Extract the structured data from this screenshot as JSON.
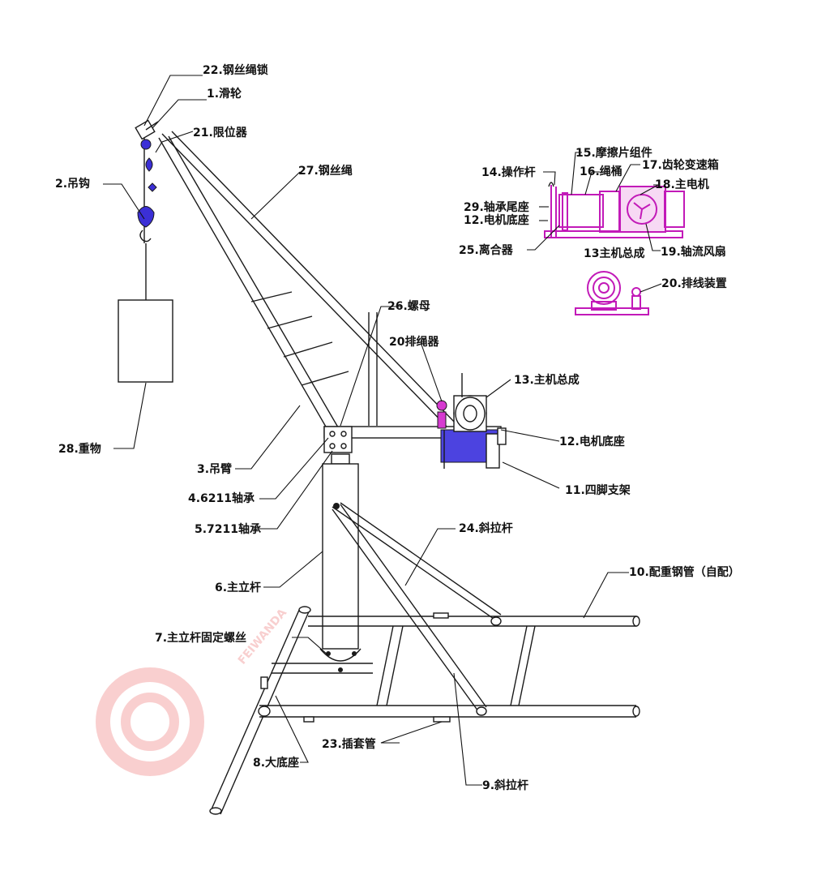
{
  "labels": {
    "l22": "22.钢丝绳锁",
    "l1": "1.滑轮",
    "l21": "21.限位器",
    "l27": "27.钢丝绳",
    "l2": "2.吊钩",
    "l28": "28.重物",
    "l26": "26.螺母",
    "l20a": "20排绳器",
    "l13a": "13.主机总成",
    "l12a": "12.电机底座",
    "l11": "11.四脚支架",
    "l3": "3.吊臂",
    "l4": "4.6211轴承",
    "l5": "5.7211轴承",
    "l24": "24.斜拉杆",
    "l10": "10.配重钢管（自配）",
    "l6": "6.主立杆",
    "l7": "7.主立杆固定螺丝",
    "l8": "8.大底座",
    "l23": "23.插套管",
    "l9": "9.斜拉杆",
    "l14": "14.操作杆",
    "l15": "15.摩擦片组件",
    "l16": "16.绳桶",
    "l17": "17.齿轮变速箱",
    "l18": "18.主电机",
    "l29": "29.轴承尾座",
    "l12b": "12.电机底座",
    "l25": "25.离合器",
    "l13b": "13主机总成",
    "l19": "19.轴流风扇",
    "l20b": "20.排线装置"
  },
  "watermark": "FEIWANDA",
  "colors": {
    "line": "#1a1a1a",
    "motor_magenta": "#c21ab8",
    "accent_blue": "#3b2fd6",
    "watermark_red": "#f4a8a8"
  }
}
